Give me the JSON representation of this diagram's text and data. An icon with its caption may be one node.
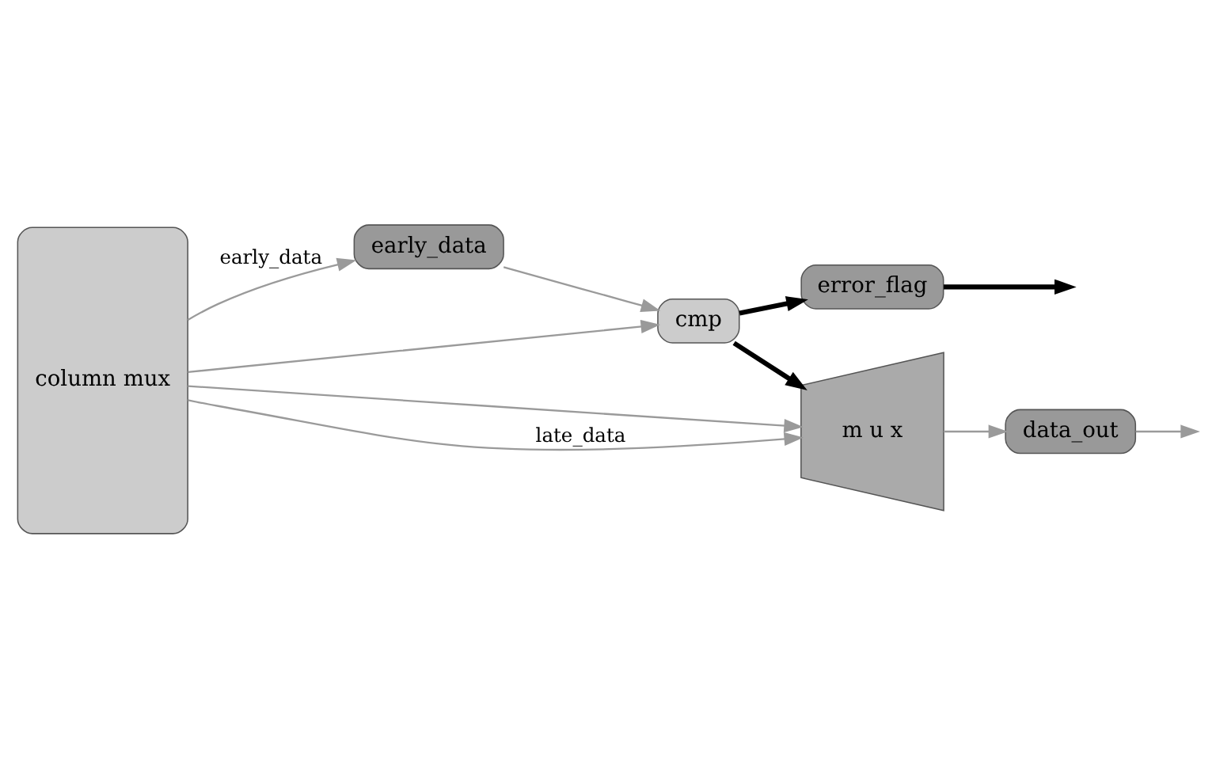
{
  "diagram": {
    "nodes": [
      {
        "text": [
          "column mux"
        ]
      },
      {
        "text": [
          "early_data"
        ]
      },
      {
        "text": [
          "cmp"
        ]
      },
      {
        "text": [
          "error_flag"
        ]
      },
      {
        "text": [
          "m u x"
        ]
      },
      {
        "text": [
          "data_out"
        ]
      }
    ],
    "edges": [
      {
        "from": 0,
        "to": 1,
        "arrow": "to",
        "label": "early_data"
      },
      {
        "from": 1,
        "to": 2,
        "arrow": "to"
      },
      {
        "from": 0,
        "to": 2,
        "arrow": "to"
      },
      {
        "from": 0,
        "to": 4,
        "arrow": "to"
      },
      {
        "from": 0,
        "to": 4,
        "arrow": "to",
        "label": "late_data"
      },
      {
        "from": 2,
        "to": 3,
        "arrow": "to",
        "style": "thick",
        "color": "#000000"
      },
      {
        "from": 2,
        "to": 4,
        "arrow": "to",
        "style": "thick",
        "color": "#000000"
      },
      {
        "from": 3,
        "to": null,
        "arrow": "to",
        "style": "thick",
        "color": "#000000"
      },
      {
        "from": 4,
        "to": 5,
        "arrow": "to"
      },
      {
        "from": 5,
        "to": null,
        "arrow": "to"
      }
    ]
  }
}
